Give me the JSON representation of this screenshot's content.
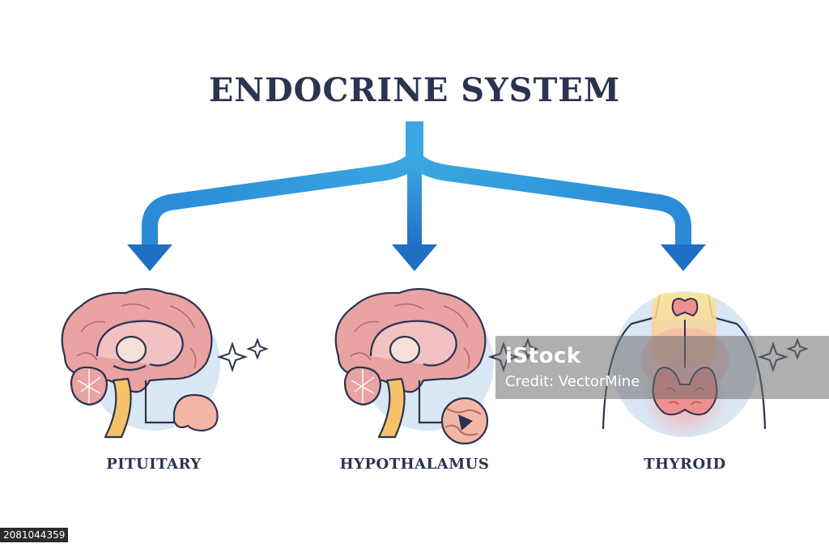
{
  "title": "ENDOCRINE SYSTEM",
  "glands": [
    {
      "label": "PITUITARY"
    },
    {
      "label": "HYPOTHALAMUS"
    },
    {
      "label": "THYROID"
    }
  ],
  "watermark": {
    "logo": "iStock",
    "credit": "Credit: VectorMine"
  },
  "image_id": "2081044359",
  "colors": {
    "title": "#2c3350",
    "arrow_light": "#3aa7e0",
    "arrow_dark": "#1f6fc4",
    "circle_bg": "#d9e6f3",
    "brain": "#e9a3a3",
    "thyroid": "#f08f8f"
  }
}
